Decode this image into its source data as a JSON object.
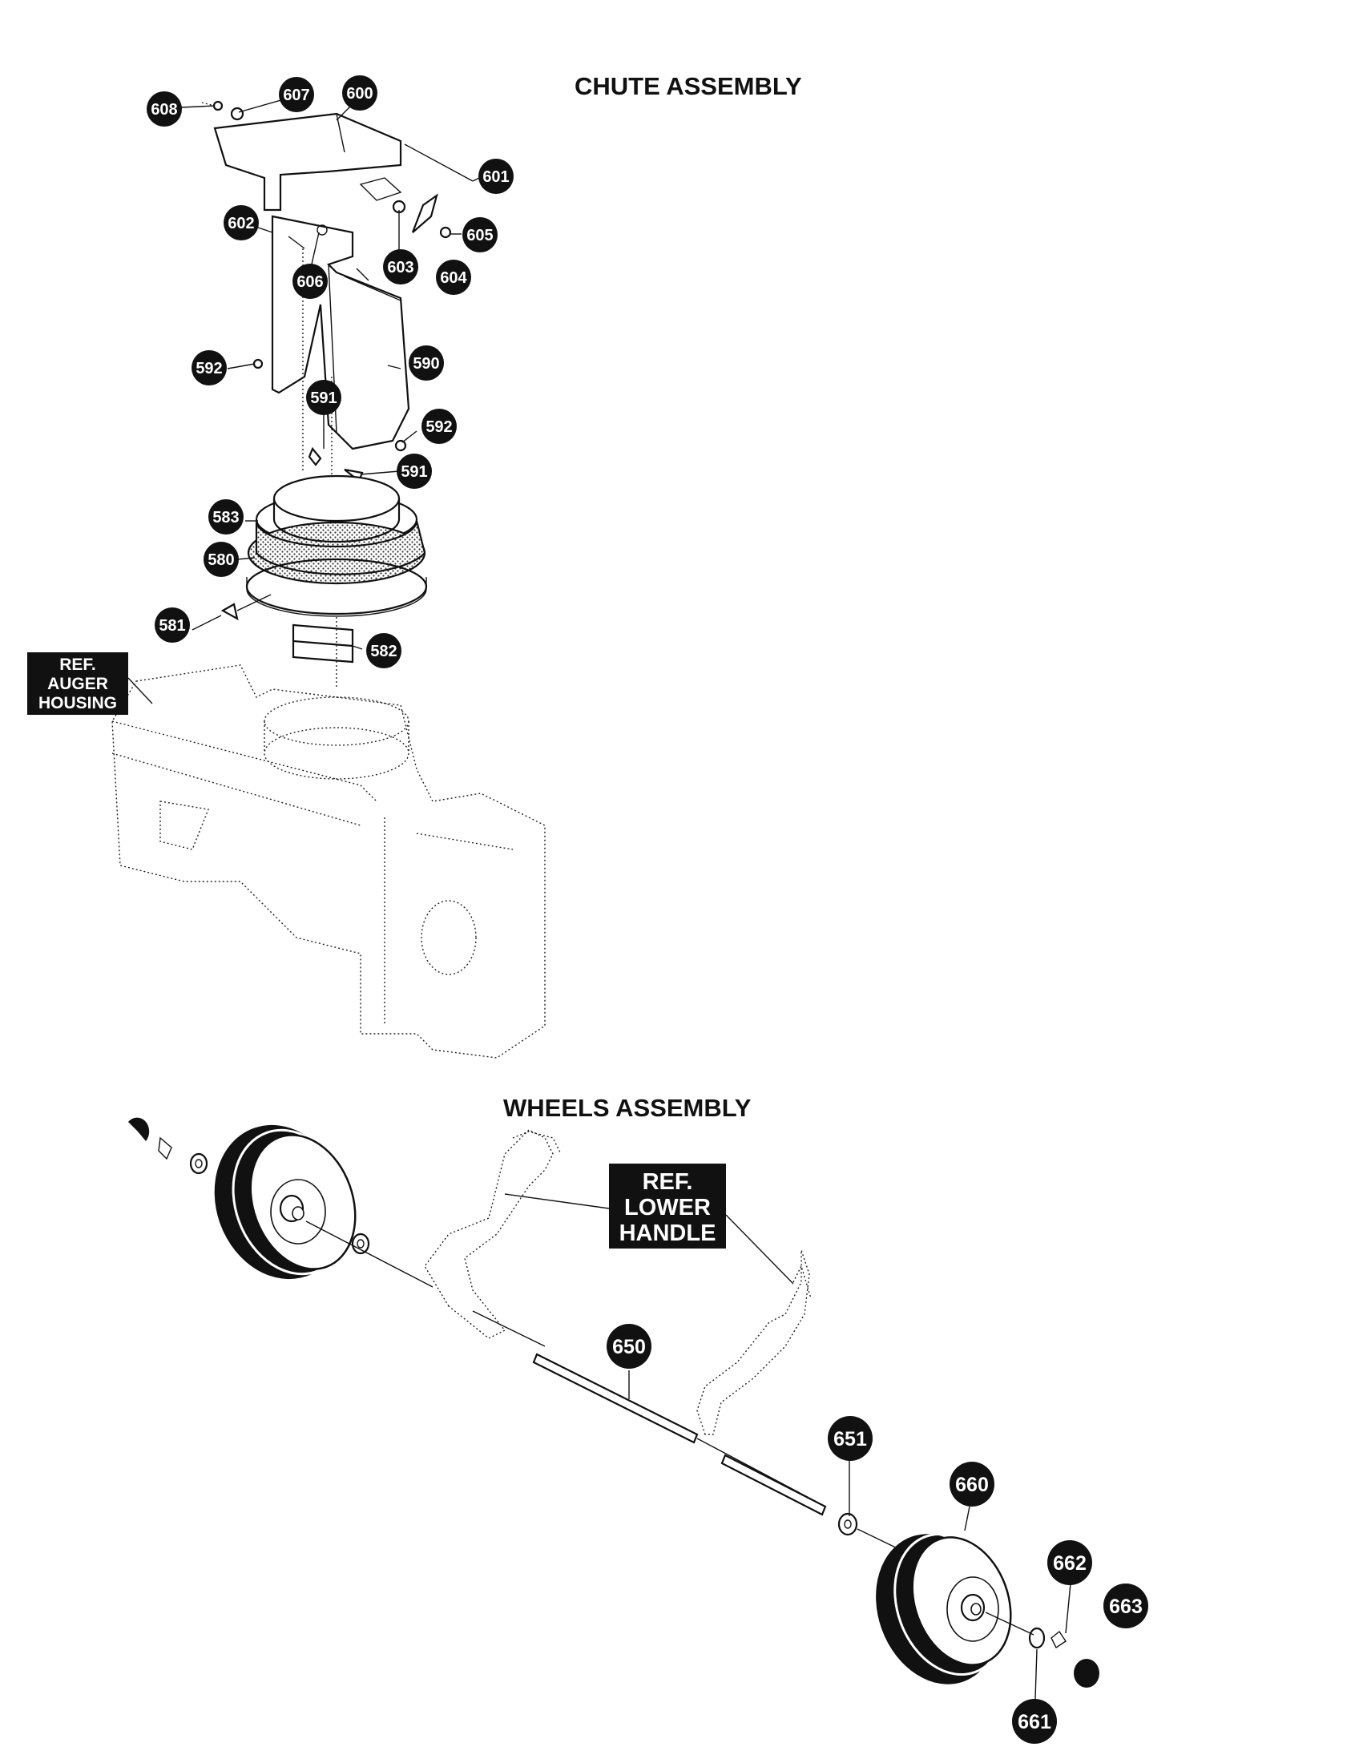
{
  "chute": {
    "title": "CHUTE ASSEMBLY",
    "ref_label": [
      "REF.",
      "AUGER",
      "HOUSING"
    ],
    "callouts": [
      "608",
      "607",
      "600",
      "601",
      "602",
      "605",
      "603",
      "606",
      "604",
      "592",
      "590",
      "591",
      "592",
      "591",
      "583",
      "580",
      "581",
      "582"
    ]
  },
  "wheels": {
    "title": "WHEELS ASSEMBLY",
    "ref_label": [
      "REF.",
      "LOWER",
      "HANDLE"
    ],
    "callouts": [
      "650",
      "651",
      "660",
      "662",
      "663",
      "661"
    ]
  },
  "colors": {
    "ink": "#111111",
    "callout_fill": "#111111",
    "callout_text": "#ffffff",
    "background": "#ffffff"
  }
}
